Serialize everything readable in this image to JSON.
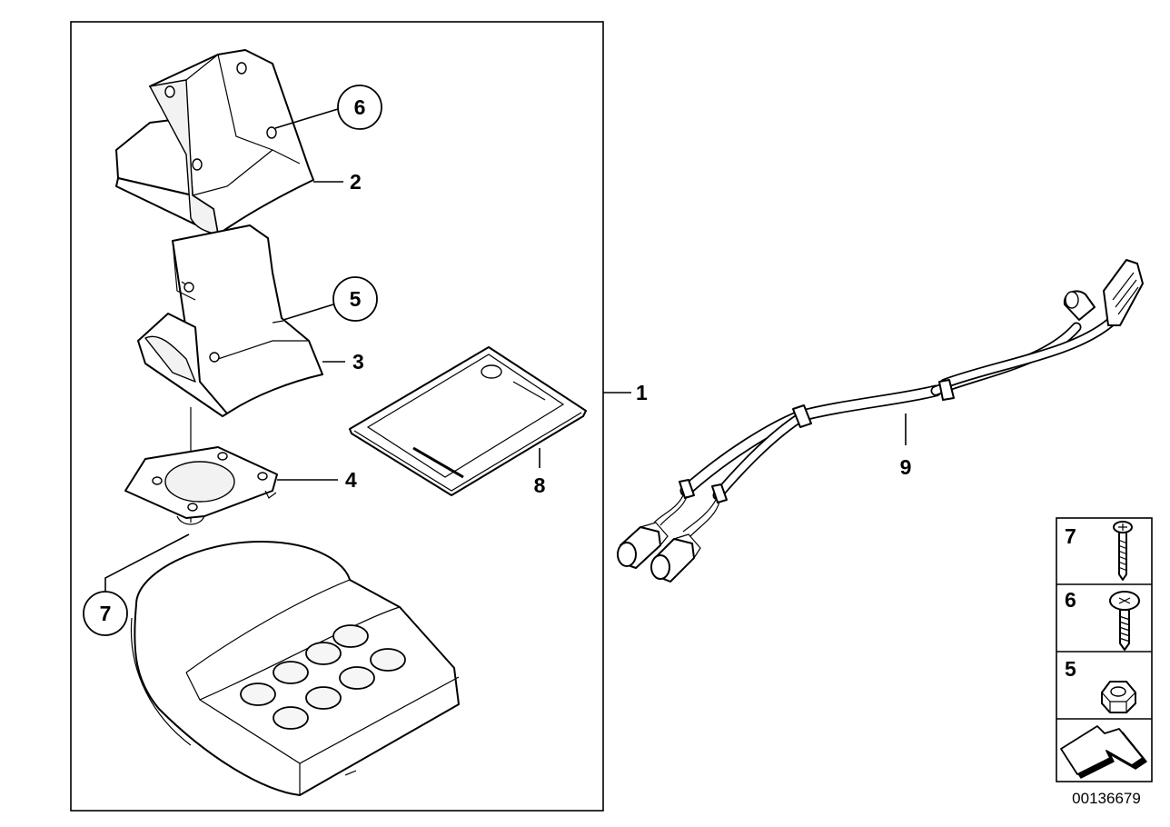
{
  "callouts": {
    "c1": "1",
    "c2": "2",
    "c3": "3",
    "c4": "4",
    "c5": "5",
    "c6": "6",
    "c7": "7",
    "c8": "8",
    "c9": "9"
  },
  "legend": {
    "items": [
      {
        "number": "7",
        "icon": "long-screw-icon"
      },
      {
        "number": "6",
        "icon": "short-screw-icon"
      },
      {
        "number": "5",
        "icon": "hex-nut-icon"
      }
    ],
    "arrow_icon": "direction-arrow-icon"
  },
  "document_id": "00136679",
  "colors": {
    "stroke": "#000000",
    "background": "#ffffff",
    "shade": "#f2f2f2"
  }
}
